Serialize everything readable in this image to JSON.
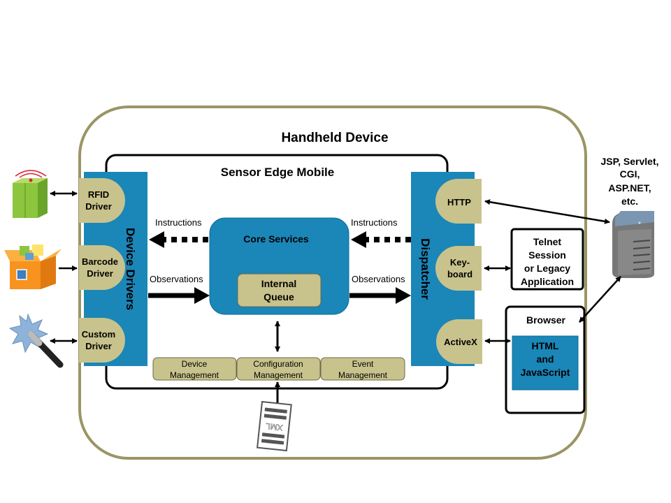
{
  "diagram": {
    "outer_title": "Handheld Device",
    "inner_title": "Sensor Edge Mobile",
    "device_drivers": {
      "label": "Device Drivers",
      "items": [
        {
          "line1": "RFID",
          "line2": "Driver"
        },
        {
          "line1": "Barcode",
          "line2": "Driver"
        },
        {
          "line1": "Custom",
          "line2": "Driver"
        }
      ]
    },
    "dispatcher": {
      "label": "Dispatcher",
      "items": [
        {
          "line1": "HTTP",
          "line2": ""
        },
        {
          "line1": "Key-",
          "line2": "board"
        },
        {
          "line1": "ActiveX",
          "line2": ""
        }
      ]
    },
    "core": {
      "title": "Core Services",
      "queue_line1": "Internal",
      "queue_line2": "Queue"
    },
    "flows": {
      "instructions_left": "Instructions",
      "instructions_right": "Instructions",
      "observations_left": "Observations",
      "observations_right": "Observations"
    },
    "management": [
      {
        "line1": "Device",
        "line2": "Management"
      },
      {
        "line1": "Configuration",
        "line2": "Management"
      },
      {
        "line1": "Event",
        "line2": "Management"
      }
    ],
    "xml_doc": "XML",
    "telnet": [
      "Telnet",
      "Session",
      "or Legacy",
      "Application"
    ],
    "browser": {
      "title": "Browser",
      "content": [
        "HTML",
        "and",
        "JavaScript"
      ]
    },
    "server_label": [
      "JSP, Servlet,",
      "CGI,",
      "ASP.NET,",
      "etc."
    ],
    "colors": {
      "blue": "#1b86b8",
      "tan": "#c8c38c",
      "olive_border": "#9a9564"
    }
  }
}
